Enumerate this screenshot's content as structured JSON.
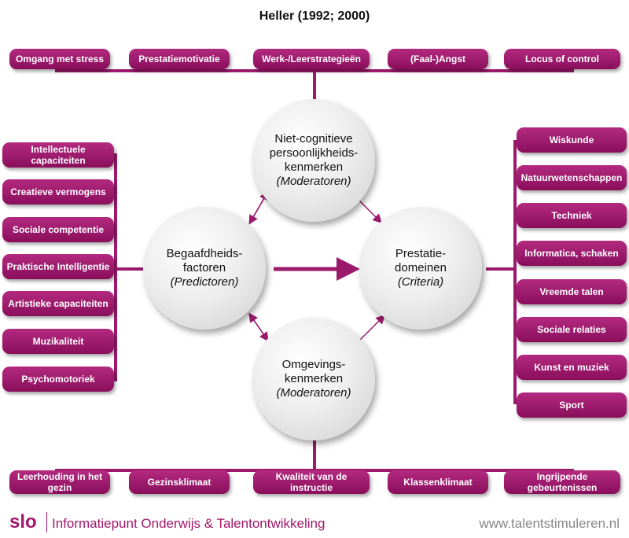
{
  "title": "Heller (1992; 2000)",
  "top_boxes": [
    "Omgang met stress",
    "Prestatiemotivatie",
    "Werk-/Leerstrategieën",
    "(Faal-)Angst",
    "Locus of control"
  ],
  "left_boxes": [
    "Intellectuele capaciteiten",
    "Creatieve vermogens",
    "Sociale competentie",
    "Praktische Intelligentie",
    "Artistieke capaciteiten",
    "Muzikaliteit",
    "Psychomotoriek"
  ],
  "right_boxes": [
    "Wiskunde",
    "Natuurwetenschappen",
    "Techniek",
    "Informatica, schaken",
    "Vreemde talen",
    "Sociale relaties",
    "Kunst en muziek",
    "Sport"
  ],
  "bottom_boxes": [
    "Leerhouding in het gezin",
    "Gezinsklimaat",
    "Kwaliteit van de instructie",
    "Klassenklimaat",
    "Ingrijpende gebeurtenissen"
  ],
  "circles": {
    "top": {
      "l1": "Niet-cognitieve",
      "l2": "persoonlijkheids-",
      "l3": "kenmerken",
      "note": "(Moderatoren)"
    },
    "left": {
      "l1": "Begaafdheids-",
      "l2": "factoren",
      "note": "(Predictoren)"
    },
    "right": {
      "l1": "Prestatie-",
      "l2": "domeinen",
      "note": "(Criteria)"
    },
    "bottom": {
      "l1": "Omgevings-",
      "l2": "kenmerken",
      "note": "(Moderatoren)"
    }
  },
  "footer": {
    "logo": "slo",
    "org": "Informatiepunt Onderwijs & Talentontwikkeling",
    "url": "www.talentstimuleren.nl"
  },
  "colors": {
    "primary": "#9c1a6c",
    "circle": "#e5e5e5"
  }
}
